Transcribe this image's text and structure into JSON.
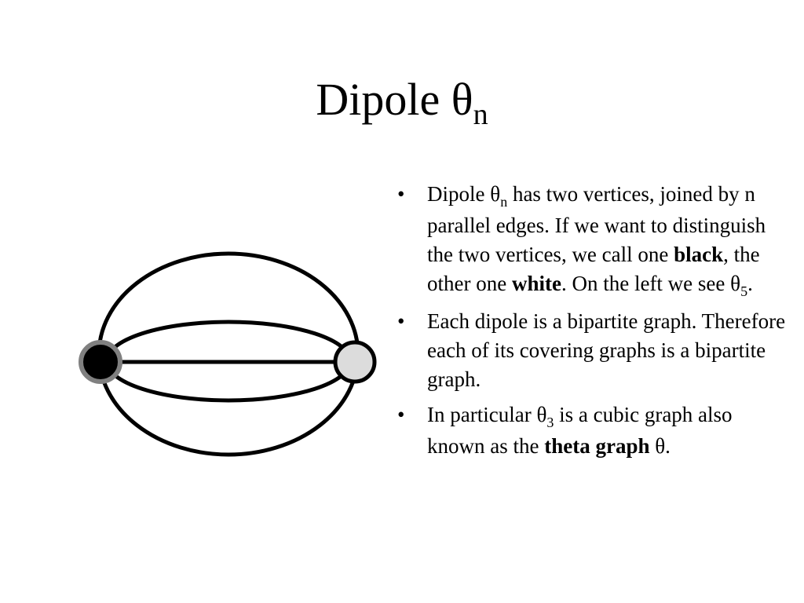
{
  "title": {
    "text": "Dipole ",
    "theta": "θ",
    "subscript": "n"
  },
  "diagram": {
    "left_vertex_label": "black",
    "right_vertex_label": "white",
    "colors": {
      "black_fill": "#000000",
      "black_ring": "#808080",
      "white_fill": "#dcdcdc",
      "edge": "#000000"
    },
    "edge_count": 5
  },
  "bullets": {
    "b1": {
      "t1": "Dipole  ",
      "theta": "θ",
      "sub1": "n",
      "t2": " has two vertices, joined by n parallel edges. If we want to distinguish the two vertices, we call one ",
      "bold1": "black",
      "t3": ", the other one ",
      "bold2": "white",
      "t4": ". On the left we see ",
      "theta2": "θ",
      "sub2": "5",
      "t5": "."
    },
    "b2": {
      "text": "Each dipole is a bipartite graph. Therefore each of its covering graphs is a bipartite graph."
    },
    "b3": {
      "t1": "In particular  ",
      "theta": "θ",
      "sub": "3",
      "t2": " is a cubic graph also known as the  ",
      "bold": "theta graph",
      "t3": " ",
      "theta2": "θ",
      "t4": "."
    },
    "bullet_char": "•"
  }
}
